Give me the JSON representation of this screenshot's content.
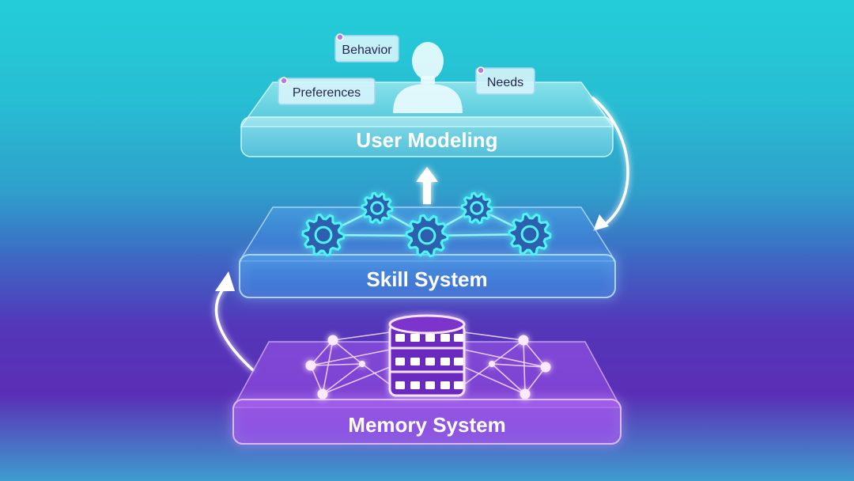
{
  "colors": {
    "background_top": "#23cdd8",
    "background_bottom": "#5a2fb6",
    "user_layer": "#bdf2f5",
    "skill_layer": "#5aa6e6",
    "memory_layer": "#b26cf0",
    "gear_glow": "#38f2f2",
    "memory_glow": "#f0b6ff"
  },
  "layers": {
    "user_modeling": {
      "label": "User Modeling",
      "icon": "person-icon"
    },
    "skill_system": {
      "label": "Skill System",
      "icon": "gear-icon"
    },
    "memory_system": {
      "label": "Memory System",
      "icon": "database-icon"
    }
  },
  "tags": {
    "behavior": "Behavior",
    "preferences": "Preferences",
    "needs": "Needs"
  }
}
